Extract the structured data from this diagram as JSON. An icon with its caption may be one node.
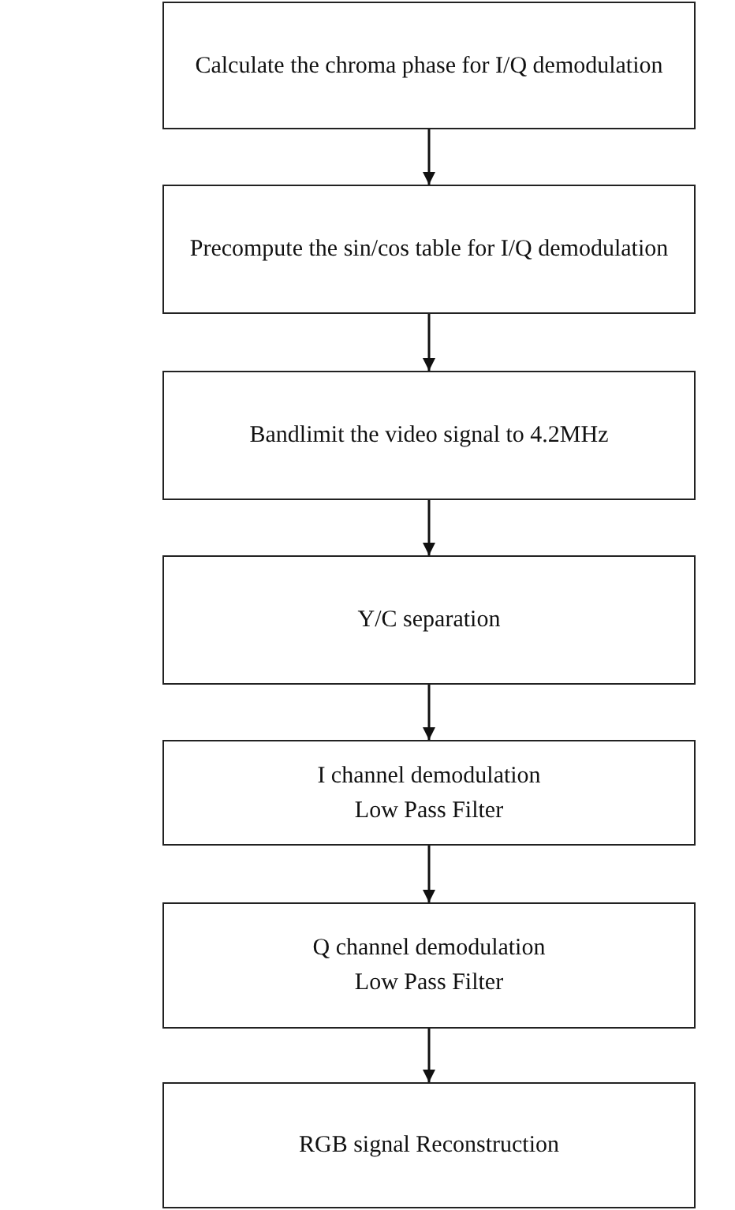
{
  "diagram": {
    "nodes": [
      {
        "text": [
          "Calculate the chroma phase for I/Q demodulation"
        ]
      },
      {
        "text": [
          "Precompute the sin/cos table for I/Q demodulation"
        ]
      },
      {
        "text": [
          "Bandlimit the video signal to 4.2MHz"
        ]
      },
      {
        "text": [
          "Y/C separation"
        ]
      },
      {
        "text": [
          "I channel demodulation",
          "Low Pass Filter"
        ]
      },
      {
        "text": [
          "Q channel demodulation",
          "Low Pass Filter"
        ]
      },
      {
        "text": [
          "RGB signal Reconstruction"
        ]
      }
    ],
    "edges": [
      {
        "from": 0,
        "to": 1,
        "arrow": "to"
      },
      {
        "from": 1,
        "to": 2,
        "arrow": "to"
      },
      {
        "from": 2,
        "to": 3,
        "arrow": "to"
      },
      {
        "from": 3,
        "to": 4,
        "arrow": "to"
      },
      {
        "from": 4,
        "to": 5,
        "arrow": "to"
      },
      {
        "from": 5,
        "to": 6,
        "arrow": "to"
      }
    ]
  }
}
